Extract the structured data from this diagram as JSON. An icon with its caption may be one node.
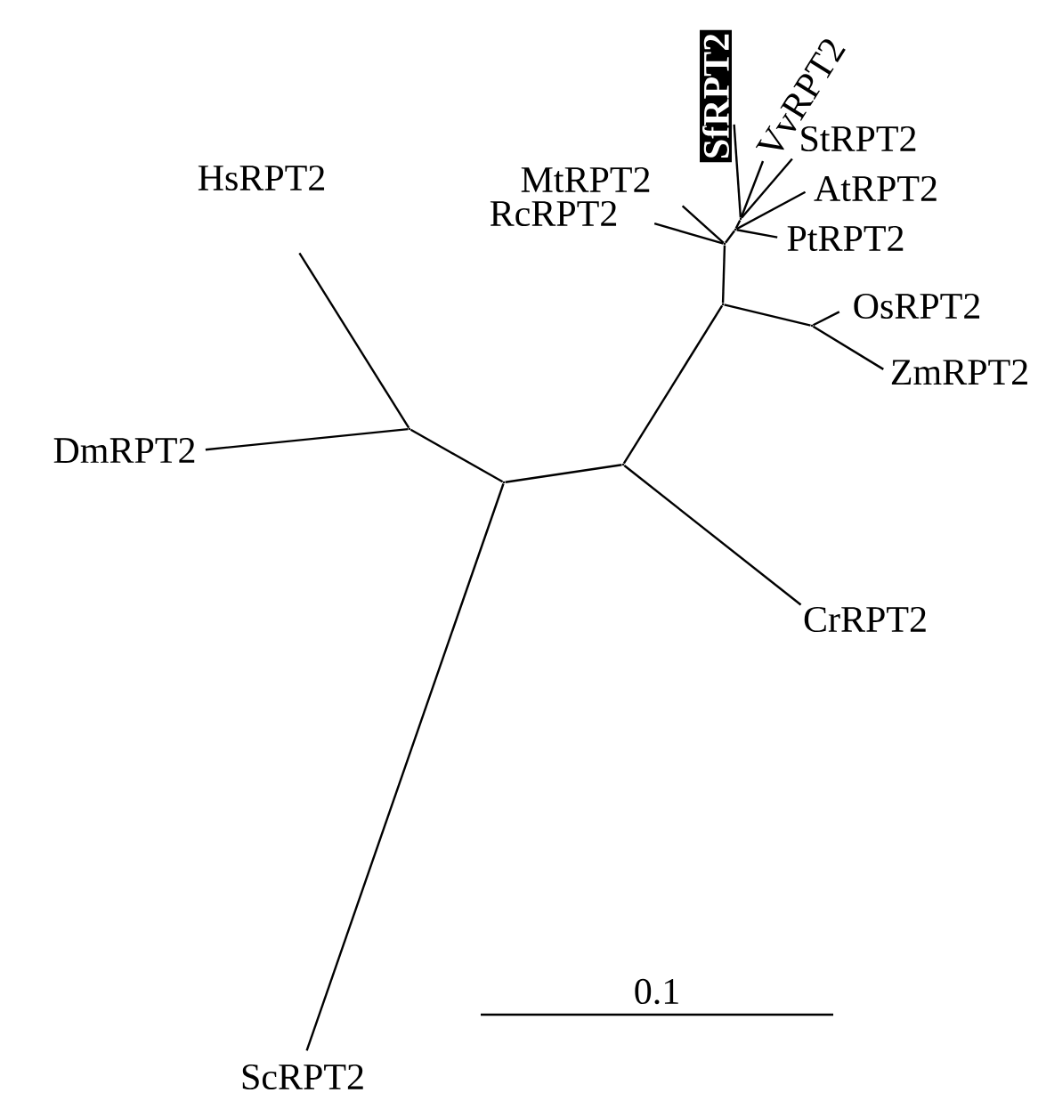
{
  "diagram": {
    "nodes": [
      {
        "text": [
          "HsRPT2"
        ]
      },
      {
        "text": [
          "DmRPT2"
        ]
      },
      {
        "text": [
          "ScRPT2"
        ]
      },
      {
        "text": [
          "CrRPT2"
        ]
      },
      {
        "text": [
          "OsRPT2"
        ]
      },
      {
        "text": [
          "ZmRPT2"
        ]
      },
      {
        "text": [
          "MtRPT2"
        ]
      },
      {
        "text": [
          "RcRPT2"
        ]
      },
      {
        "text": [
          "SfRPT2"
        ]
      },
      {
        "text": [
          "VvRPT2"
        ]
      },
      {
        "text": [
          "StRPT2"
        ]
      },
      {
        "text": [
          "AtRPT2"
        ]
      },
      {
        "text": [
          "PtRPT2"
        ]
      },
      {
        "text": [],
        "shape": "point"
      },
      {
        "text": [],
        "shape": "point"
      },
      {
        "text": [],
        "shape": "point"
      },
      {
        "text": [],
        "shape": "point"
      },
      {
        "text": [],
        "shape": "point"
      },
      {
        "text": [],
        "shape": "point"
      },
      {
        "text": [],
        "shape": "point"
      },
      {
        "text": [],
        "shape": "point"
      }
    ],
    "edges": [
      {
        "from": 13,
        "to": 0,
        "arrow": "none"
      },
      {
        "from": 13,
        "to": 1,
        "arrow": "none"
      },
      {
        "from": 14,
        "to": 13,
        "arrow": "none"
      },
      {
        "from": 14,
        "to": 2,
        "arrow": "none"
      },
      {
        "from": 14,
        "to": 15,
        "arrow": "none"
      },
      {
        "from": 15,
        "to": 3,
        "arrow": "none"
      },
      {
        "from": 15,
        "to": 16,
        "arrow": "none"
      },
      {
        "from": 16,
        "to": 17,
        "arrow": "none"
      },
      {
        "from": 17,
        "to": 4,
        "arrow": "none"
      },
      {
        "from": 17,
        "to": 5,
        "arrow": "none"
      },
      {
        "from": 16,
        "to": 18,
        "arrow": "none"
      },
      {
        "from": 18,
        "to": 7,
        "arrow": "none"
      },
      {
        "from": 18,
        "to": 6,
        "arrow": "none"
      },
      {
        "from": 18,
        "to": 19,
        "arrow": "none"
      },
      {
        "from": 19,
        "to": 20,
        "arrow": "none"
      },
      {
        "from": 20,
        "to": 8,
        "arrow": "none"
      },
      {
        "from": 20,
        "to": 9,
        "arrow": "none"
      },
      {
        "from": 20,
        "to": 10,
        "arrow": "none"
      },
      {
        "from": 19,
        "to": 11,
        "arrow": "none"
      },
      {
        "from": 19,
        "to": 12,
        "arrow": "none"
      }
    ],
    "labels": [
      "0.1"
    ]
  }
}
